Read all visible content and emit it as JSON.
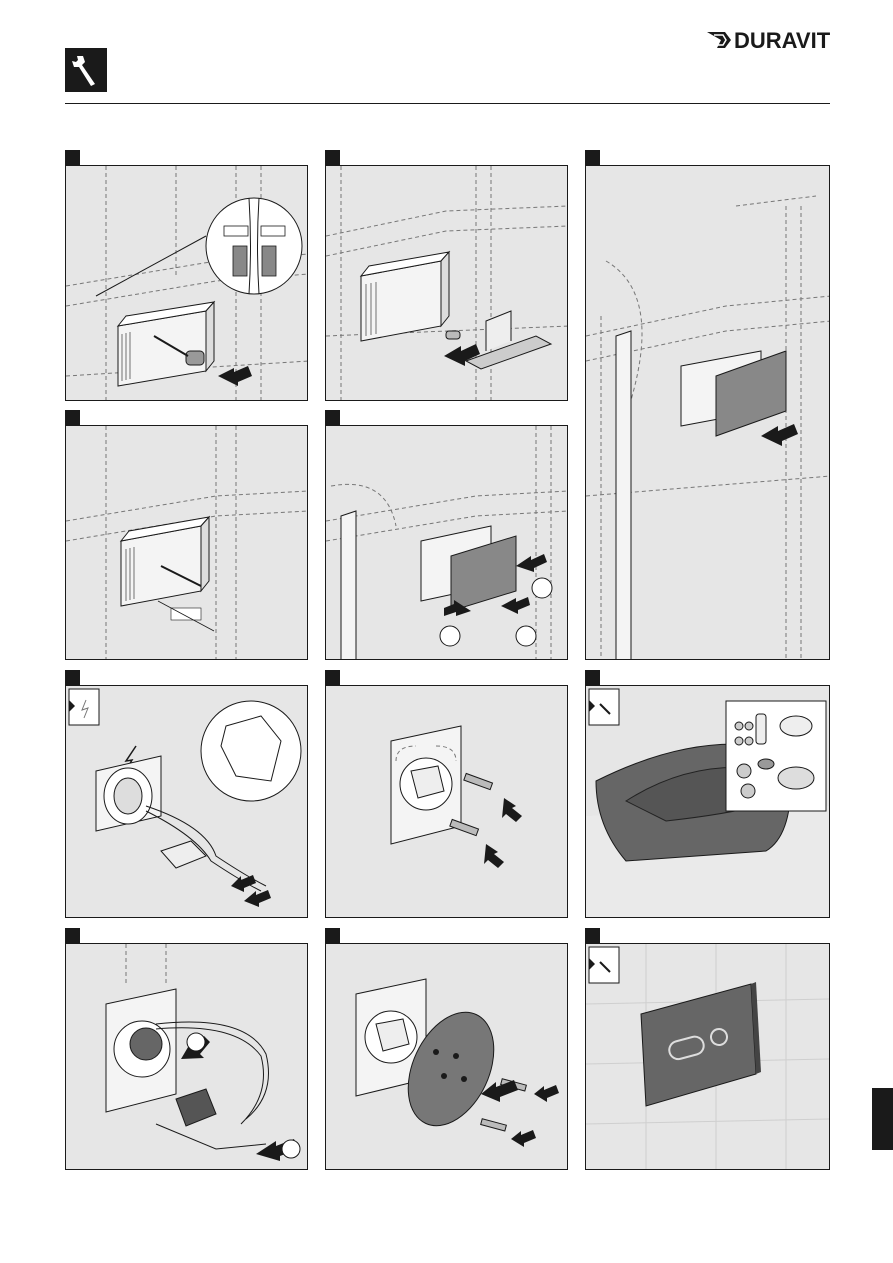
{
  "brand": {
    "name": "DURAVIT"
  },
  "header": {
    "tool_icon": "wrench-icon"
  },
  "steps": [
    {
      "id": "1",
      "content": "mount-box-screw"
    },
    {
      "id": "2",
      "content": "insert-module"
    },
    {
      "id": "3",
      "content": "cover-plate"
    },
    {
      "id": "4",
      "content": "measure-depth"
    },
    {
      "id": "5",
      "content": "remove-plate"
    },
    {
      "id": "6",
      "content": "electrical-connection"
    },
    {
      "id": "7",
      "content": "unscrew"
    },
    {
      "id": "8",
      "content": "toilet-accessories"
    },
    {
      "id": "9",
      "content": "connect-cable"
    },
    {
      "id": "10",
      "content": "fit-round-plate"
    },
    {
      "id": "11",
      "content": "flush-plate"
    }
  ],
  "colors": {
    "panel_bg": "#e6e6e6",
    "ink": "#1a1a1a",
    "tab": "#1a1a1a"
  }
}
